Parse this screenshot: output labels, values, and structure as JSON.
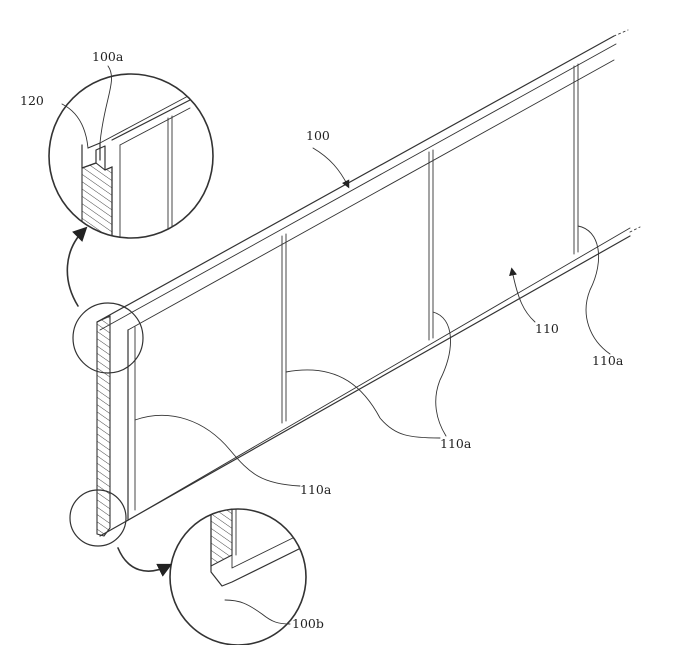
{
  "labels": {
    "panel": "100",
    "top_edge": "100a",
    "bottom_edge": "100b",
    "clip": "120",
    "face": "110",
    "rib_1": "110a",
    "rib_2": "110a",
    "rib_3": "110a"
  }
}
